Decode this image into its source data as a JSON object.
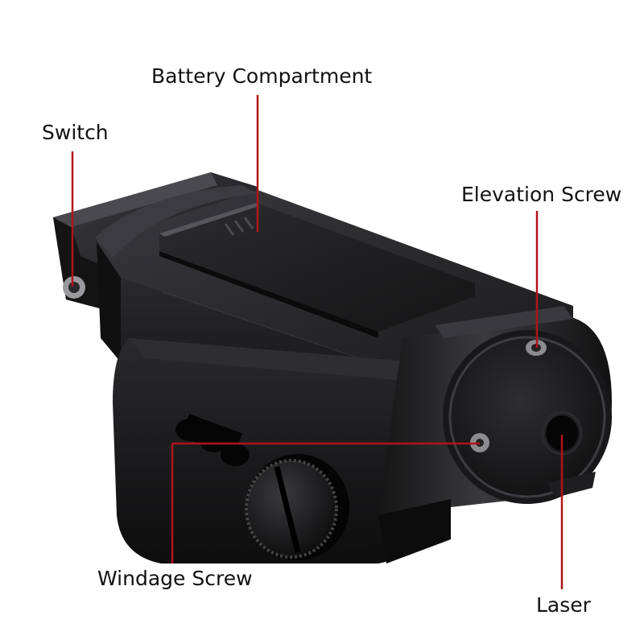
{
  "labels": {
    "battery_compartment": "Battery Compartment",
    "switch": "Switch",
    "elevation_screw": "Elevation Screw",
    "windage_screw": "Windage Screw",
    "laser": "Laser"
  },
  "colors": {
    "leader_line": "#b0141c",
    "background": "#ffffff",
    "body": "#1c1c1e"
  }
}
